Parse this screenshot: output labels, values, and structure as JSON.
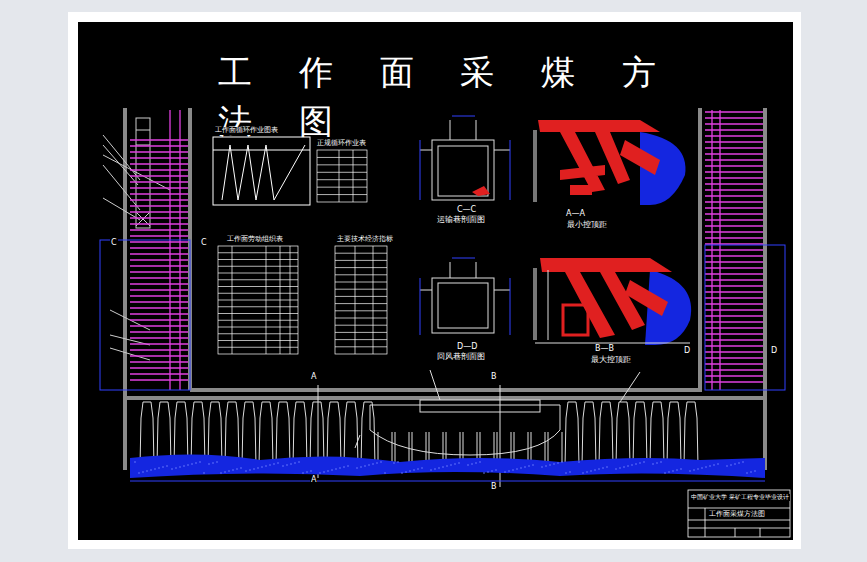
{
  "diagram": {
    "title": "工 作 面 采 煤 方 法 图",
    "labels": [
      "C—C",
      "运输巷剖面图",
      "D—D",
      "回风巷剖面图",
      "A—A",
      "最小控顶距",
      "B—B",
      "最大控顶距",
      "C",
      "C",
      "D",
      "D",
      "A",
      "A",
      "B",
      "B",
      "工作面循环作业图表",
      "正规循环作业表",
      "工作面劳动组织表",
      "主要技术经济指标",
      "中国矿业大学 采矿工程专业毕业设计",
      "工作面采煤方法图"
    ]
  }
}
